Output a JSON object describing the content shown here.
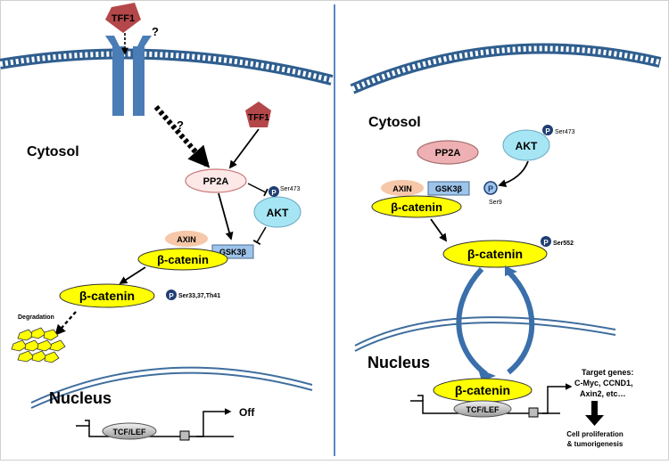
{
  "left": {
    "ligand": "TFF1",
    "question_top": "?",
    "question_mid": "?",
    "ligand2": "TFF1",
    "cytosol": "Cytosol",
    "pp2a": "PP2A",
    "p": "P",
    "akt_site": "Ser473",
    "akt": "AKT",
    "axin": "AXIN",
    "gsk": "GSK3β",
    "bcat1": "β-catenin",
    "bcat2": "β-catenin",
    "bcat2_site": "Ser33,37,Th41",
    "degradation": "Degradation",
    "nucleus": "Nucleus",
    "tcf": "TCF/LEF",
    "off": "Off"
  },
  "right": {
    "cytosol": "Cytosol",
    "pp2a": "PP2A",
    "akt": "AKT",
    "akt_site": "Ser473",
    "p": "P",
    "axin": "AXIN",
    "gsk": "GSK3β",
    "gsk_site": "Ser9",
    "bcat1": "β-catenin",
    "bcat2": "β-catenin",
    "bcat2_site": "Ser552",
    "nucleus": "Nucleus",
    "bcat3": "β-catenin",
    "tcf": "TCF/LEF",
    "target1": "Target genes:",
    "target2": "C-Myc, CCND1,",
    "target3": "Axin2, etc…",
    "outcome1": "Cell proliferation",
    "outcome2": "& tumorigenesis"
  },
  "colors": {
    "tff1": "#b4474a",
    "receptor": "#4a7cb5",
    "membrane": "#3f6e9e",
    "yellow": "#ffff00",
    "akt": "#a6e6f4",
    "pp2a_left": "#fde8e8",
    "pp2a_right": "#eeb0b2",
    "axin": "#f6c7a8",
    "gsk": "#9dc4ea",
    "p": "#1f3e73",
    "divider": "#5b86c4",
    "tcf": "#c8c8c8"
  }
}
